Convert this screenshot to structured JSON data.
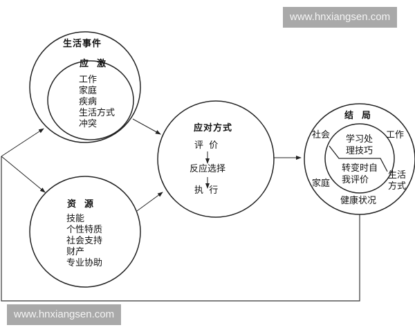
{
  "watermark": {
    "top": "www.hnxiangsen.com",
    "bottom": "www.hnxiangsen.com"
  },
  "life_events": {
    "title": "生活事件",
    "stress": {
      "title": "应  激",
      "items": [
        "工作",
        "家庭",
        "疾病",
        "生活方式",
        "冲突"
      ]
    }
  },
  "resources": {
    "title": "资  源",
    "items": [
      "技能",
      "个性特质",
      "社会支持",
      "财产",
      "专业协助"
    ]
  },
  "coping": {
    "title": "应对方式",
    "steps": [
      "评  价",
      "反应选择",
      "执  行"
    ]
  },
  "outcome": {
    "title": "结  局",
    "outer": {
      "society": "社会",
      "work": "工作",
      "family": "家庭",
      "lifestyle_line1": "生活",
      "lifestyle_line2": "方式",
      "health": "健康状况"
    },
    "inner": {
      "upper_line1": "学习处",
      "upper_line2": "理技巧",
      "lower_line1": "转变时自",
      "lower_line2": "我评价"
    }
  }
}
